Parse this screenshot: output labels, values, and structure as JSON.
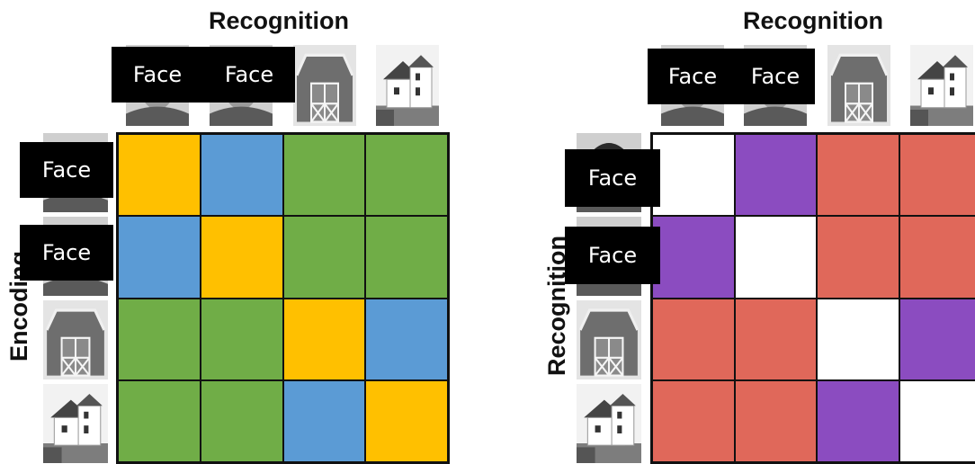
{
  "left_panel": {
    "title_top": "Recognition",
    "title_side": "Encoding",
    "top_images": [
      "face-image",
      "face-image",
      "barn-image",
      "house-image"
    ],
    "side_images": [
      "face-image",
      "face-image",
      "barn-image",
      "house-image"
    ],
    "top_covers": [
      "Face",
      "Face"
    ],
    "side_covers": [
      "Face",
      "Face"
    ],
    "matrix": [
      [
        "yellow",
        "blue",
        "green",
        "green"
      ],
      [
        "blue",
        "yellow",
        "green",
        "green"
      ],
      [
        "green",
        "green",
        "yellow",
        "blue"
      ],
      [
        "green",
        "green",
        "blue",
        "yellow"
      ]
    ]
  },
  "right_panel": {
    "title_top": "Recognition",
    "title_side": "Recognition",
    "top_images": [
      "face-image",
      "face-image",
      "barn-image",
      "house-image"
    ],
    "side_images": [
      "face-image",
      "face-image",
      "barn-image",
      "house-image"
    ],
    "top_covers": [
      "Face",
      "Face"
    ],
    "side_covers": [
      "Face",
      "Face"
    ],
    "matrix": [
      [
        "white",
        "purple",
        "red",
        "red"
      ],
      [
        "purple",
        "white",
        "red",
        "red"
      ],
      [
        "red",
        "red",
        "white",
        "purple"
      ],
      [
        "red",
        "red",
        "purple",
        "white"
      ]
    ]
  },
  "colors": {
    "yellow": "#FFC000",
    "blue": "#5B9BD5",
    "green": "#70AD47",
    "purple": "#8B4CC0",
    "red": "#E0685A",
    "white": "#FFFFFF"
  }
}
